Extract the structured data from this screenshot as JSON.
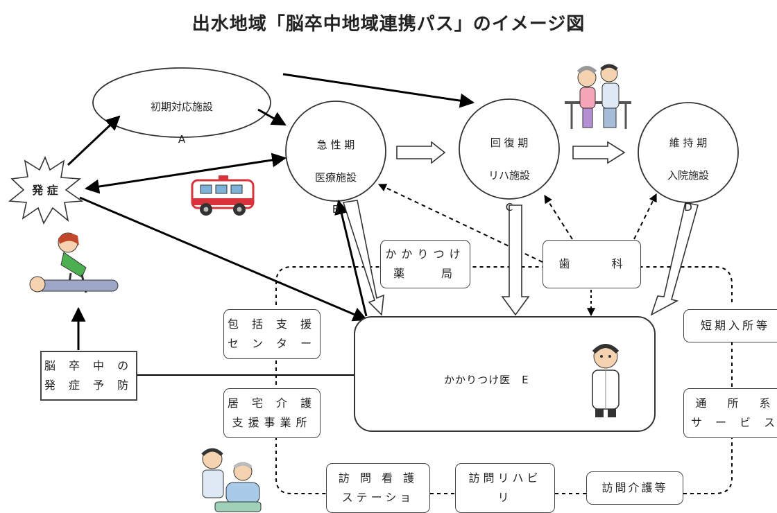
{
  "title": "出水地域「脳卒中地域連携パス」のイメージ図",
  "nodes": {
    "a": {
      "line1": "初期対応施設",
      "line2": "A"
    },
    "b": {
      "line1": "急 性 期",
      "line2": "医療施設",
      "line3": "B"
    },
    "c": {
      "line1": "回 復 期",
      "line2": "リハ施設",
      "line3": "C"
    },
    "d": {
      "line1": "維 持 期",
      "line2": "入院施設",
      "line3": "D"
    },
    "onset": "発 症",
    "prevention": "脳 卒 中 の\n発 症 予 防",
    "pharmacy": "かかりつけ\n薬　　局",
    "dental": "歯　　　科",
    "support_center": "包 括 支 援\nセ ン タ ー",
    "care_office": "居 宅 介 護\n支援事業所",
    "short_stay": "短期入所等",
    "day_service": "通　所　系\nサ ー ビ ス",
    "nursing_station": "訪 問 看 護\nステーショ",
    "home_rehab": "訪問リハビ\nリ",
    "home_care": "訪問介護等",
    "main": "かかりつけ医　E"
  },
  "icons": [
    "ambulance-icon",
    "nurse-cpr-icon",
    "rehab-walking-icon",
    "doctor-icon",
    "caregiver-icon"
  ],
  "colors": {
    "line": "#000000",
    "ambulance_red": "#d8333a",
    "nurse_hair": "#c0472a",
    "scrubs_green": "#4caf50"
  }
}
